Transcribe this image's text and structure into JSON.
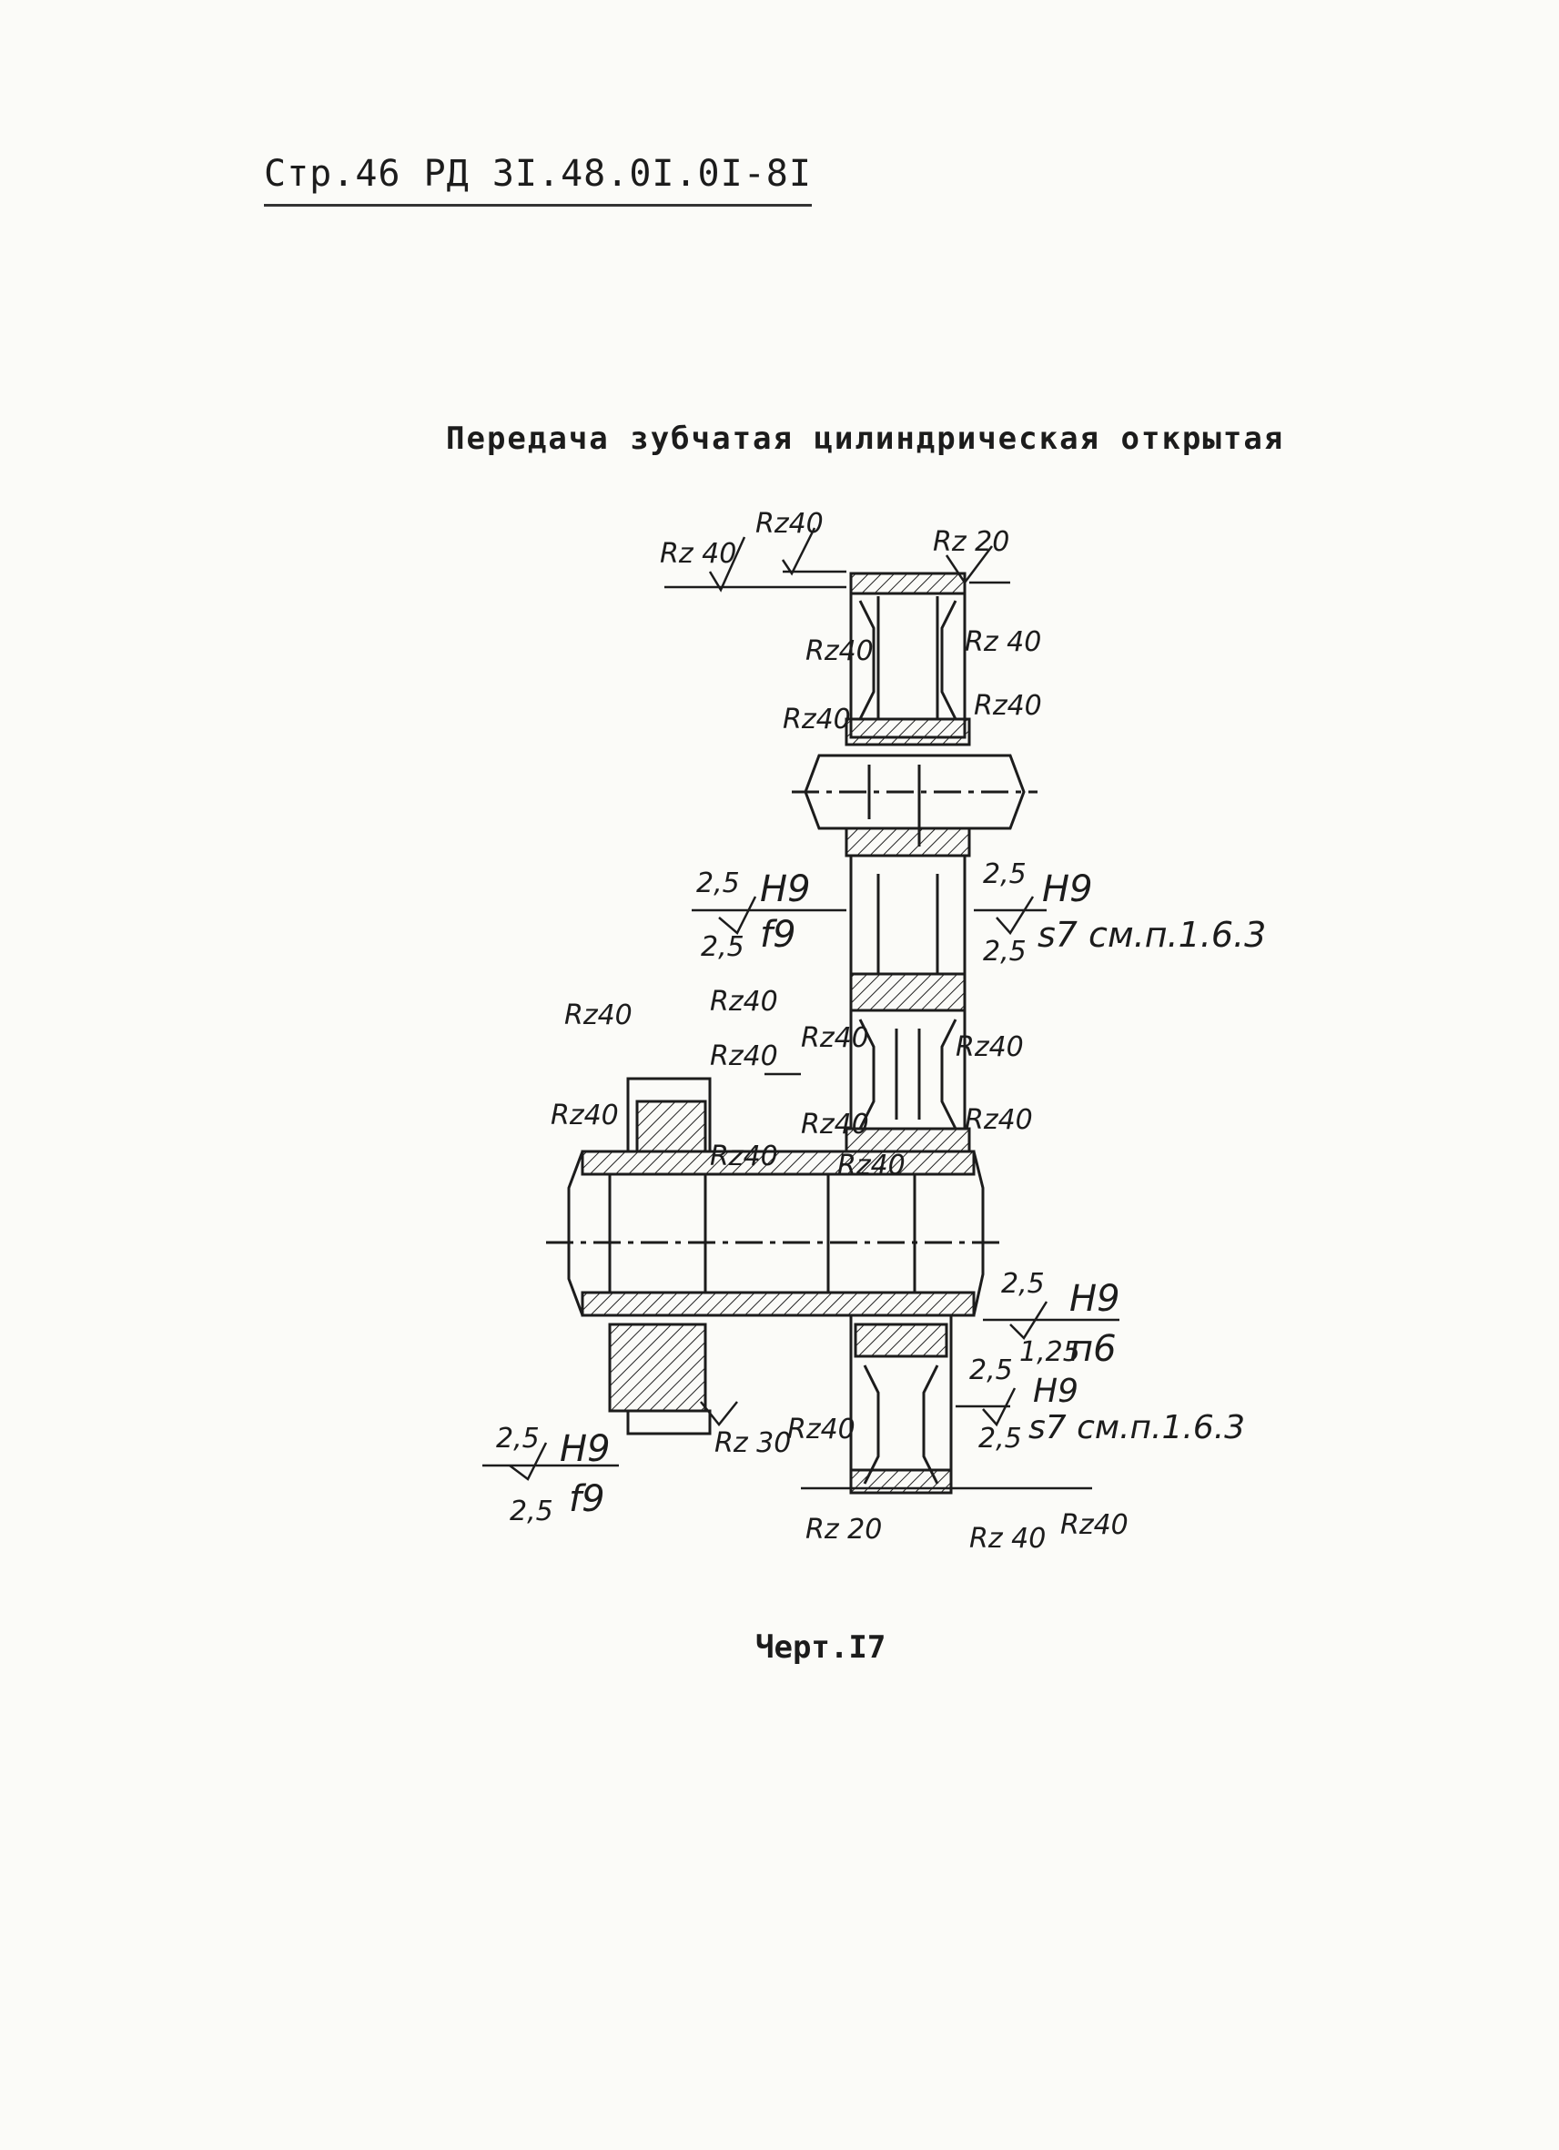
{
  "page": {
    "header": "Стр.46 РД 3I.48.0I.0I-8I",
    "figure_title": "Передача зубчатая цилиндрическая открытая",
    "caption": "Черт.I7"
  },
  "drawing": {
    "roughness_labels": [
      "Rz 40",
      "Rz40",
      "Rz 20",
      "Rz40",
      "Rz 40",
      "Rz40",
      "Rz40",
      "Rz40",
      "Rz40",
      "Rz40",
      "Rz40",
      "Rz40",
      "Rz40",
      "Rz40",
      "Rz40",
      "Rz40",
      "Rz40",
      "Rz 30",
      "Rz40",
      "Rz 20",
      "Rz 40",
      "Rz40"
    ],
    "fit_labels": {
      "upper_left": {
        "top": "2,5",
        "bottom": "2,5",
        "hole": "H9",
        "shaft": "f9"
      },
      "upper_right": {
        "top": "2,5",
        "bottom": "2,5",
        "hole": "H9",
        "shaft": "s7 см.п.1.6.3"
      },
      "mid_right": {
        "top": "2,5",
        "bottom": "1,25",
        "hole": "H9",
        "shaft": "п6"
      },
      "lower_right": {
        "top": "2,5",
        "bottom": "2,5",
        "hole": "H9",
        "shaft": "s7 см.п.1.6.3"
      },
      "lower_left": {
        "top": "2,5",
        "bottom": "2,5",
        "hole": "H9",
        "shaft": "f9"
      }
    }
  }
}
